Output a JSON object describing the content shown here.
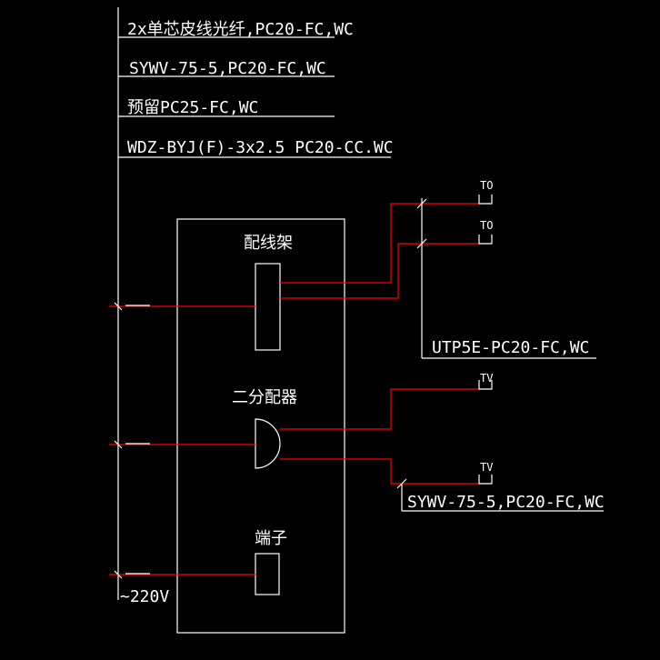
{
  "diagram": {
    "cables": [
      "2x单芯皮线光纤,PC20-FC,WC",
      "SYWV-75-5,PC20-FC,WC",
      "预留PC25-FC,WC",
      "WDZ-BYJ(F)-3x2.5  PC20-CC.WC"
    ],
    "devices": {
      "patch_panel": "配线架",
      "splitter": "二分配器",
      "terminal": "端子"
    },
    "outlets": {
      "data_1": "TO",
      "data_2": "TO",
      "tv_1": "TV",
      "tv_2": "TV"
    },
    "branch_labels": {
      "data": "UTP5E-PC20-FC,WC",
      "tv": "SYWV-75-5,PC20-FC,WC"
    },
    "power": "~220V",
    "colors": {
      "background": "#000000",
      "line": "#ffffff",
      "wire": "#ff0000"
    }
  }
}
